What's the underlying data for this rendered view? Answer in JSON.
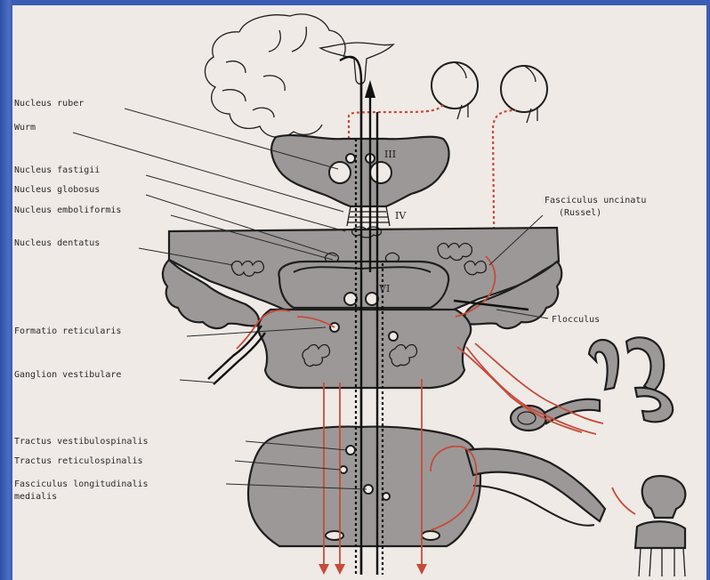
{
  "labels": {
    "nucleus_ruber": "Nucleus ruber",
    "wurm": "Wurm",
    "nucleus_fastigii": "Nucleus fastigii",
    "nucleus_globosus": "Nucleus globosus",
    "nucleus_emboliformis": "Nucleus emboliformis",
    "nucleus_dentatus": "Nucleus dentatus",
    "formatio_reticularis": "Formatio reticularis",
    "ganglion_vestibulare": "Ganglion vestibulare",
    "tractus_vestibulospinalis": "Tractus vestibulospinalis",
    "tractus_reticulospinalis": "Tractus reticulospinalis",
    "fasciculus_longitudinalis_1": "Fasciculus longitudinalis",
    "fasciculus_longitudinalis_2": "medialis",
    "fasciculus_uncinatus_1": "Fasciculus uncinatu",
    "fasciculus_uncinatus_2": "(Russel)",
    "flocculus": "Flocculus"
  },
  "nuclei_numerals": {
    "iii": "III",
    "iv": "IV",
    "vi": "VI"
  },
  "colors": {
    "background_frame": "#3d5fb0",
    "sheet": "#efeae6",
    "tissue": "#9c9897",
    "pathway_red": "#c64b3c",
    "ink": "#1e1e1e"
  }
}
